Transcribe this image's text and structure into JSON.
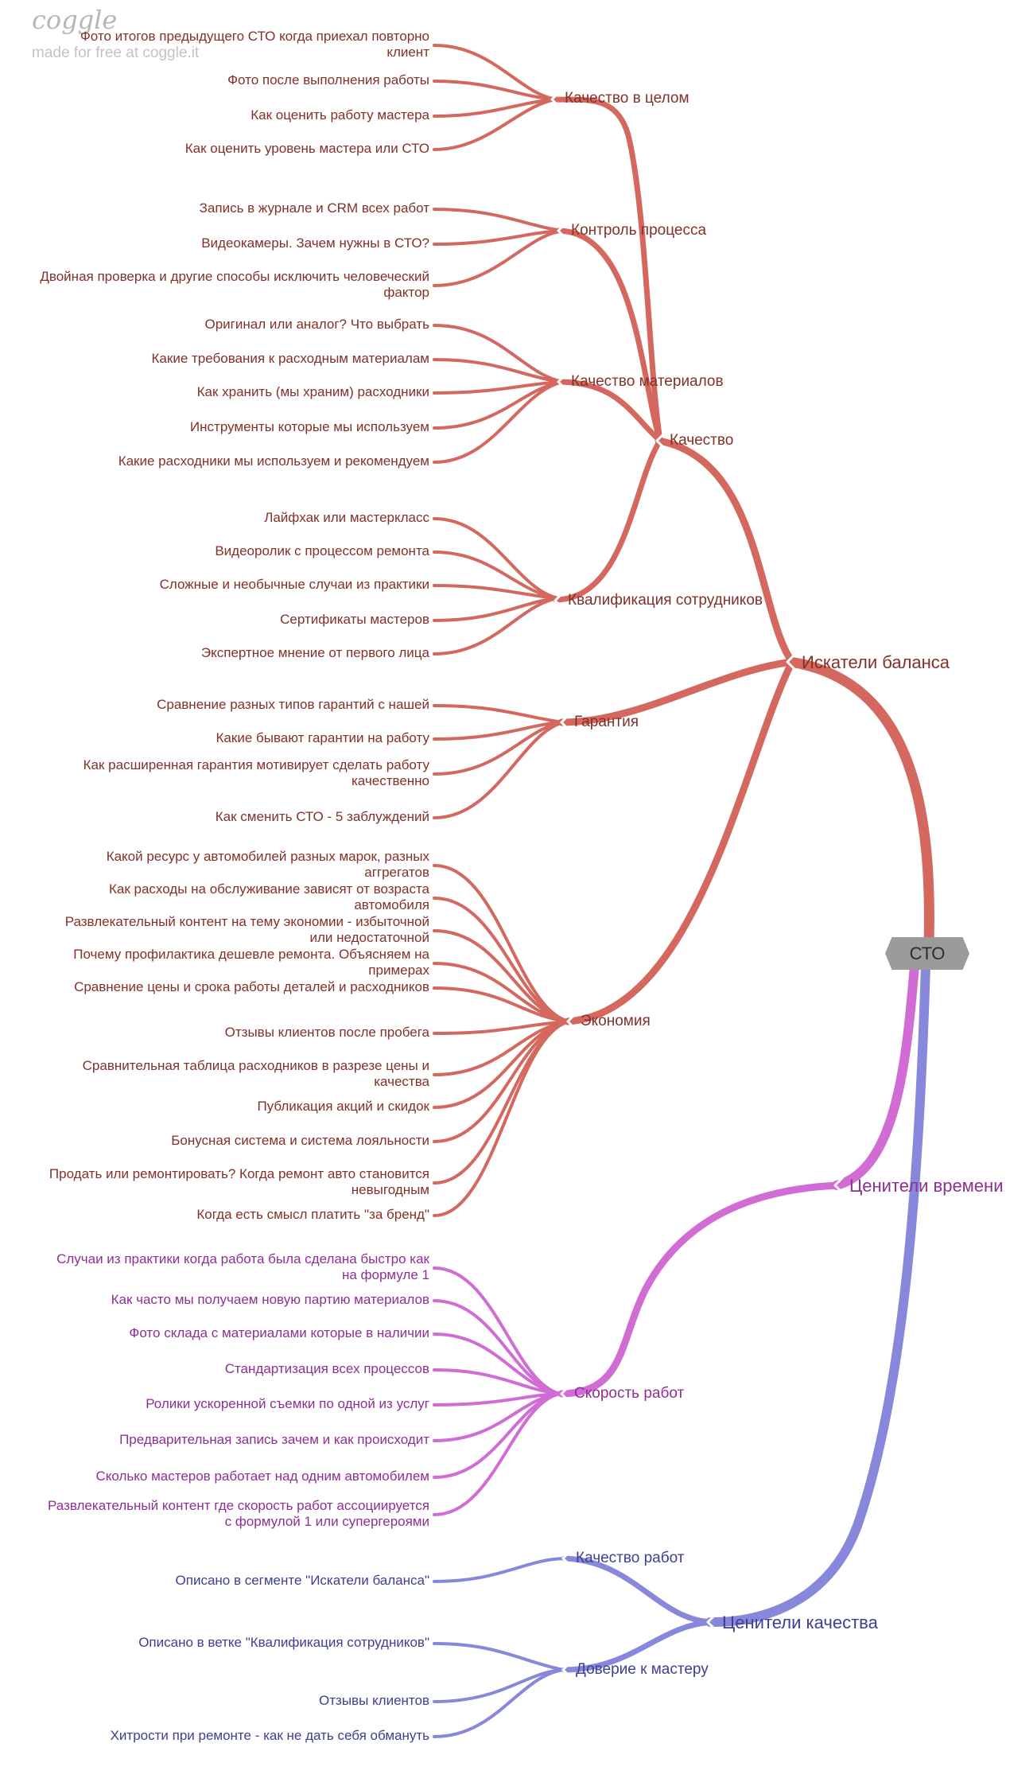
{
  "watermark": {
    "logo": "coggle",
    "tagline": "made for free at coggle.it"
  },
  "root": {
    "label": "СТО"
  },
  "colors": {
    "red_line": "#D5685E",
    "purple_line": "#D06CD4",
    "blue_line": "#8787DC",
    "red_text": "#833028",
    "purple_text": "#8E2F94",
    "blue_text": "#3E3E94",
    "root_bg": "#9B9B9B"
  },
  "branches": {
    "balance": {
      "label": "Искатели баланса",
      "children": {
        "quality": {
          "label": "Качество",
          "children": {
            "overall": {
              "label": "Качество в целом",
              "leaves": [
                "Фото итогов предыдущего СТО когда приехал повторно клиент",
                "Фото после выполнения работы",
                "Как оценить работу мастера",
                "Как оценить уровень мастера или СТО"
              ]
            },
            "process": {
              "label": "Контроль процесса",
              "leaves": [
                "Запись в журнале и CRM всех работ",
                "Видеокамеры. Зачем нужны в СТО?",
                "Двойная проверка и другие способы исключить человеческий фактор"
              ]
            },
            "materials": {
              "label": "Качество материалов",
              "leaves": [
                "Оригинал или аналог? Что выбрать",
                "Какие требования к расходным материалам",
                "Как хранить (мы храним) расходники",
                "Инструменты которые мы используем",
                "Какие расходники мы используем и рекомендуем"
              ]
            },
            "staff": {
              "label": "Квалификация сотрудников",
              "leaves": [
                "Лайфхак или мастеркласс",
                "Видеоролик с процессом ремонта",
                "Сложные и необычные случаи из практики",
                "Сертификаты мастеров",
                "Экспертное мнение от первого лица"
              ]
            }
          }
        },
        "warranty": {
          "label": "Гарантия",
          "leaves": [
            "Сравнение разных типов гарантий с нашей",
            "Какие бывают гарантии на работу",
            "Как расширенная гарантия мотивирует сделать работу качественно",
            "Как сменить СТО - 5 заблуждений"
          ]
        },
        "economy": {
          "label": "Экономия",
          "leaves": [
            "Какой ресурс у автомобилей разных марок, разных аггрегатов",
            "Как расходы на обслуживание зависят от возраста автомобиля",
            "Развлекательный контент на тему экономии - избыточной или недостаточной",
            "Почему профилактика дешевле ремонта. Объясняем на примерах",
            "Сравнение цены и срока работы деталей и расходников",
            "Отзывы клиентов после пробега",
            "Сравнительная таблица расходников в разрезе цены и качества",
            "Публикация акций и скидок",
            "Бонусная система и система лояльности",
            "Продать или ремонтировать? Когда ремонт авто становится невыгодным",
            "Когда есть смысл платить \"за бренд\""
          ]
        }
      }
    },
    "time": {
      "label": "Ценители времени",
      "children": {
        "speed": {
          "label": "Скорость работ",
          "leaves": [
            "Случаи из практики когда работа была сделана быстро как на формуле 1",
            "Как часто мы получаем новую партию материалов",
            "Фото склада с материалами которые в наличии",
            "Стандартизация всех процессов",
            "Ролики ускоренной съемки по одной из услуг",
            "Предварительная запись зачем и как происходит",
            "Сколько мастеров работает над одним автомобилем",
            "Развлекательный контент где скорость работ ассоциируется с формулой 1 или супергероями"
          ]
        }
      }
    },
    "quality_seekers": {
      "label": "Ценители качества",
      "children": {
        "work": {
          "label": "Качество работ",
          "leaves": [
            "Описано в сегменте \"Искатели баланса\""
          ]
        },
        "trust": {
          "label": "Доверие к мастеру",
          "leaves": [
            "Описано в ветке \"Квалификация сотрудников\"",
            "Отзывы клиентов",
            "Хитрости при ремонте - как не дать себя обмануть"
          ]
        }
      }
    }
  }
}
